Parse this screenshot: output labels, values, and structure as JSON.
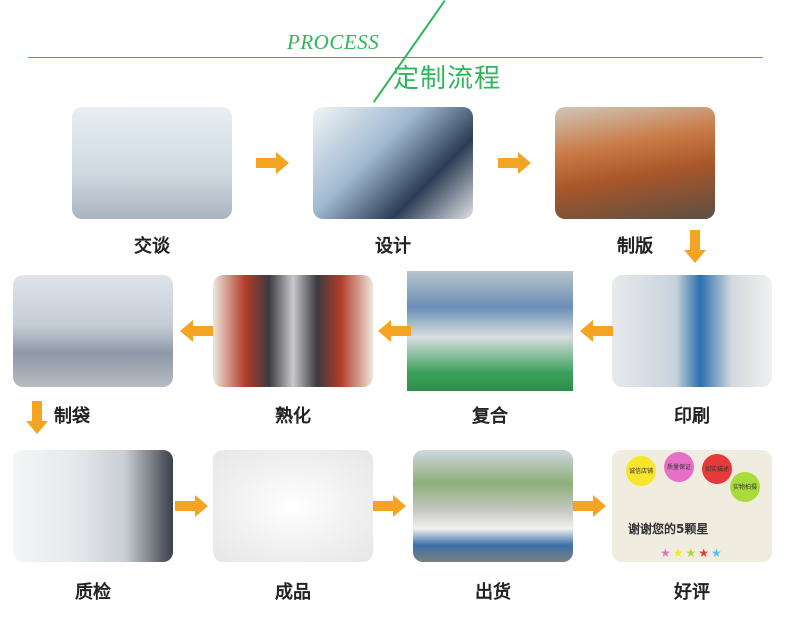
{
  "header": {
    "title_en": "PROCESS",
    "title_cn": "定制流程"
  },
  "steps": [
    {
      "label": "交谈"
    },
    {
      "label": "设计"
    },
    {
      "label": "制版"
    },
    {
      "label": "印刷"
    },
    {
      "label": "复合"
    },
    {
      "label": "熟化"
    },
    {
      "label": "制袋"
    },
    {
      "label": "质检"
    },
    {
      "label": "成品"
    },
    {
      "label": "出货"
    },
    {
      "label": "好评"
    }
  ],
  "review_image": {
    "balloons": [
      "诚信店铺",
      "质量保证",
      "如实描述",
      "实物拍摄"
    ],
    "thanks": "谢谢您的5颗星",
    "stars": "★★★★★"
  },
  "colors": {
    "accent": "#2fb55a",
    "arrow": "#f5a322"
  }
}
